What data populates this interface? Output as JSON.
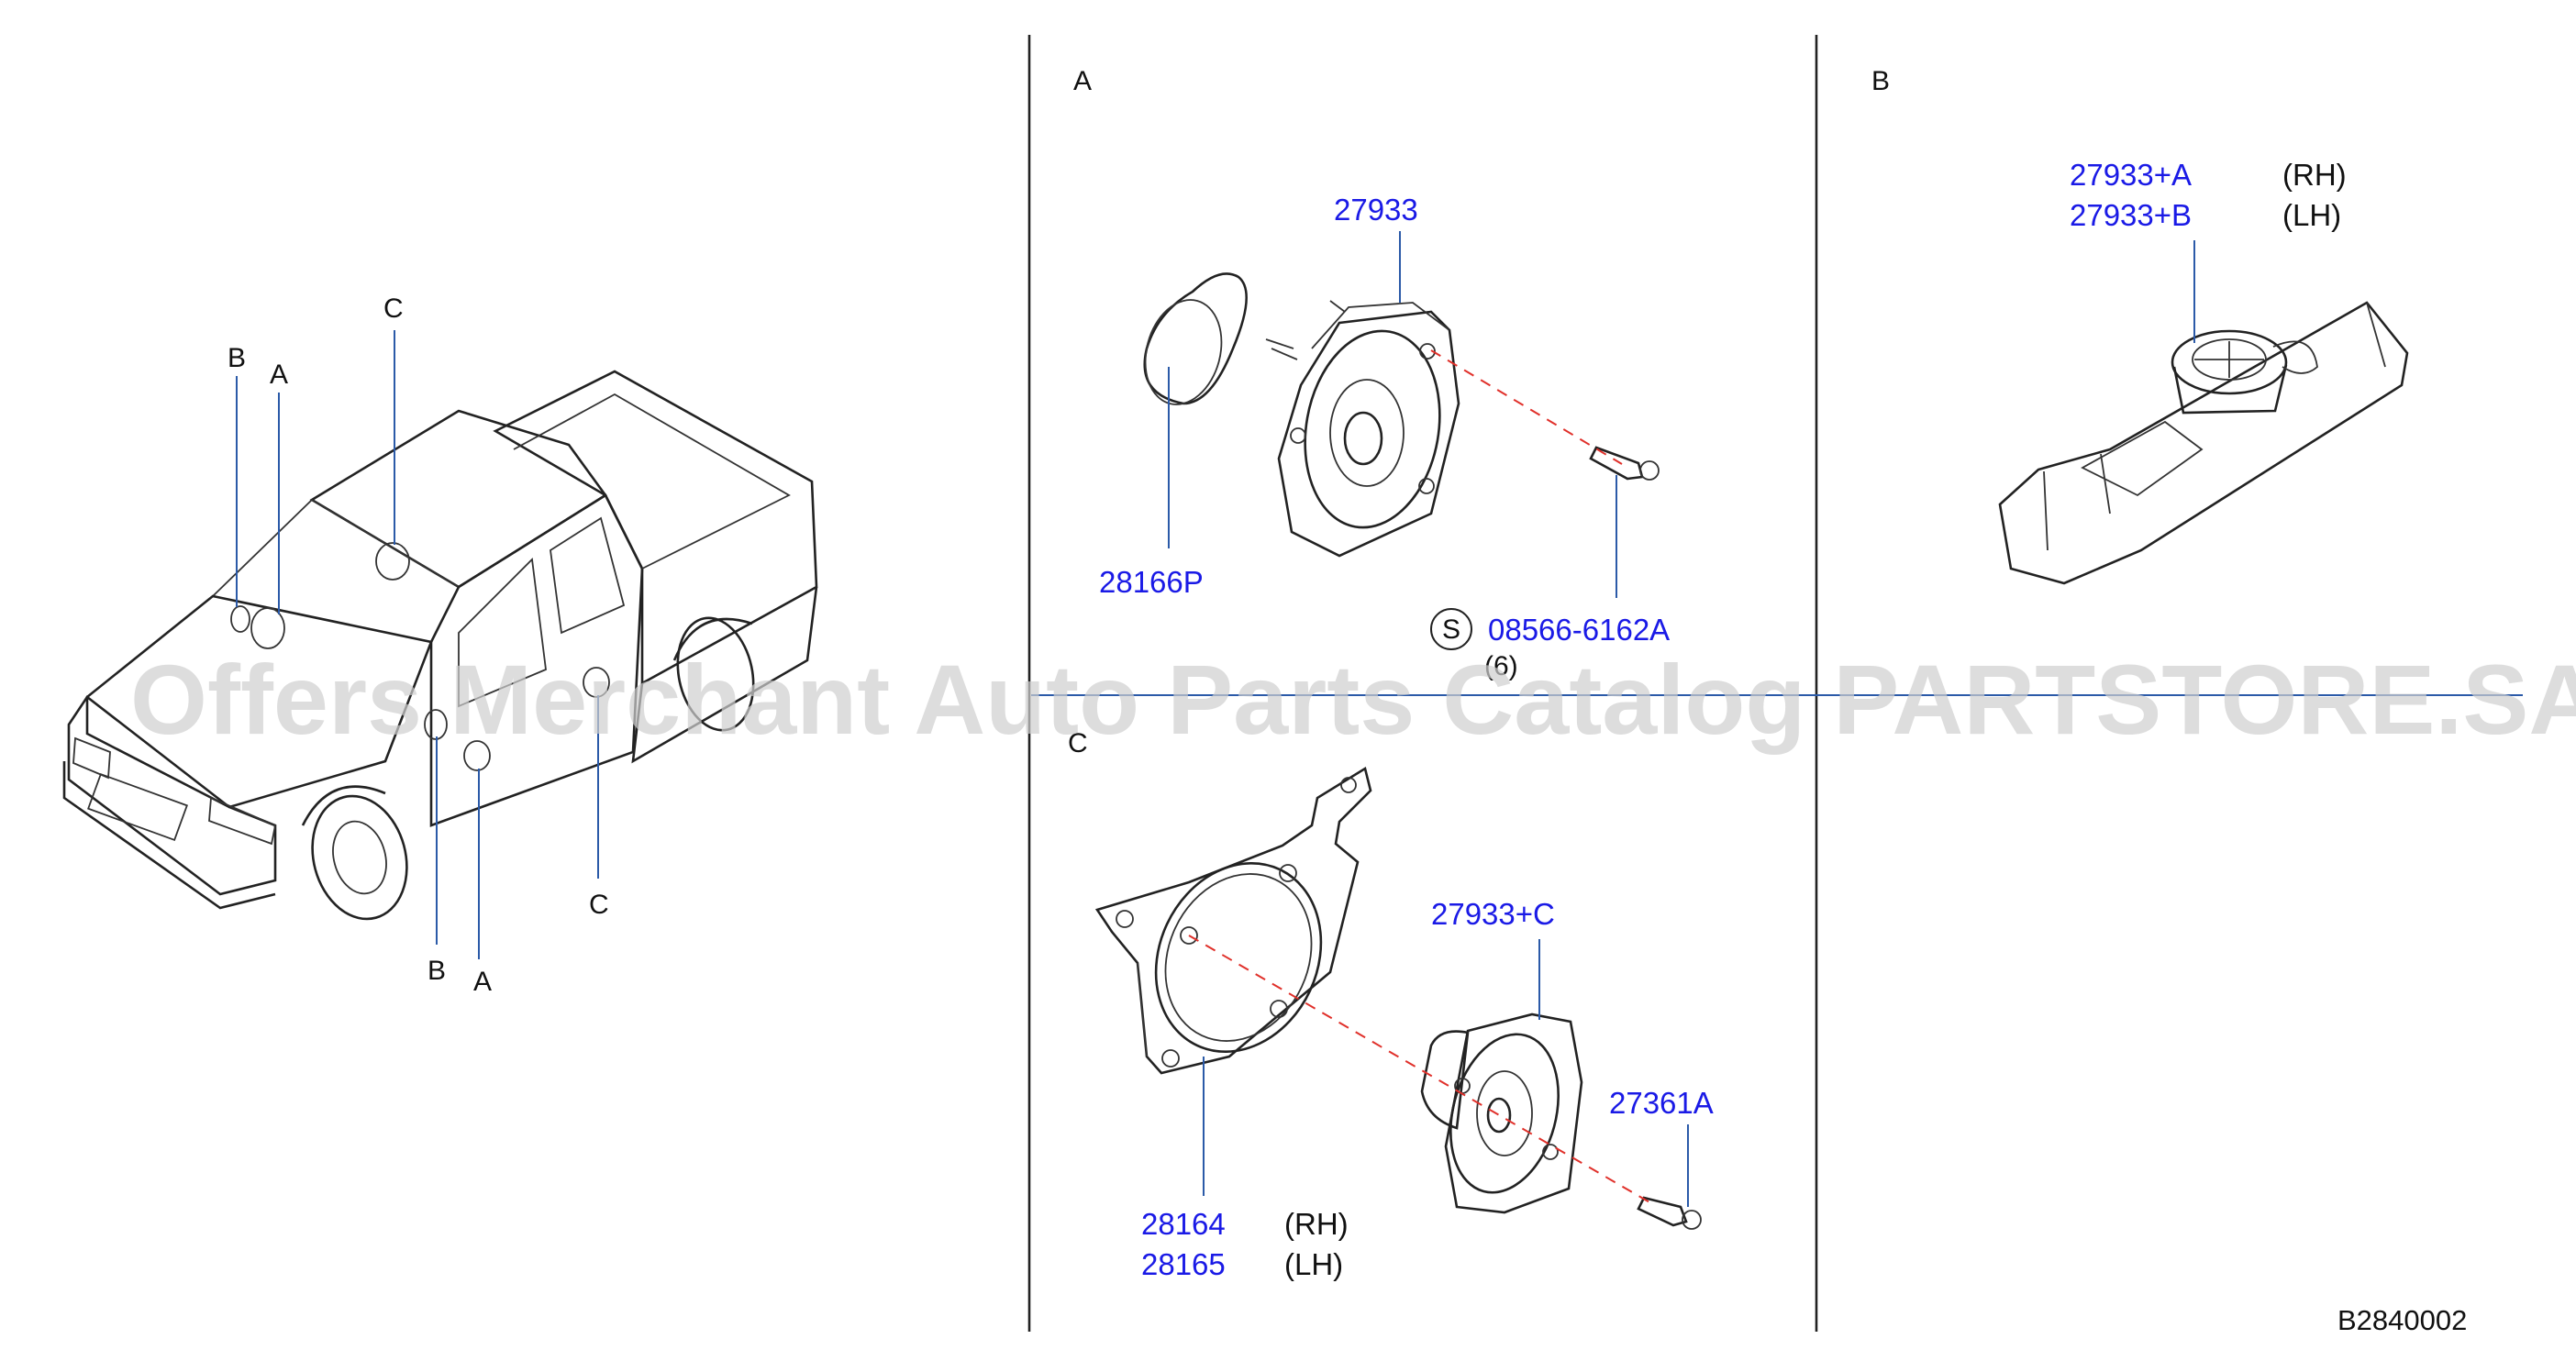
{
  "diagram": {
    "overview": {
      "callouts": [
        "B",
        "A",
        "C",
        "B",
        "A",
        "C"
      ]
    },
    "section_a": {
      "title": "A",
      "parts": {
        "speaker": "27933",
        "cover": "28166P",
        "screw": "08566-6162A",
        "screw_qty": "(6)",
        "screw_symbol": "S"
      }
    },
    "section_b": {
      "title": "B",
      "parts": {
        "tweeter_rh": "27933+A",
        "tweeter_lh": "27933+B",
        "rh": "(RH)",
        "lh": "(LH)"
      }
    },
    "section_c": {
      "title": "C",
      "parts": {
        "speaker": "27933+C",
        "screw": "27361A",
        "bracket_rh": "28164",
        "bracket_lh": "28165",
        "rh": "(RH)",
        "lh": "(LH)"
      }
    },
    "reference_code": "B2840002",
    "watermark": "Offers Merchant Auto Parts Catalog PARTSTORE.SA"
  }
}
